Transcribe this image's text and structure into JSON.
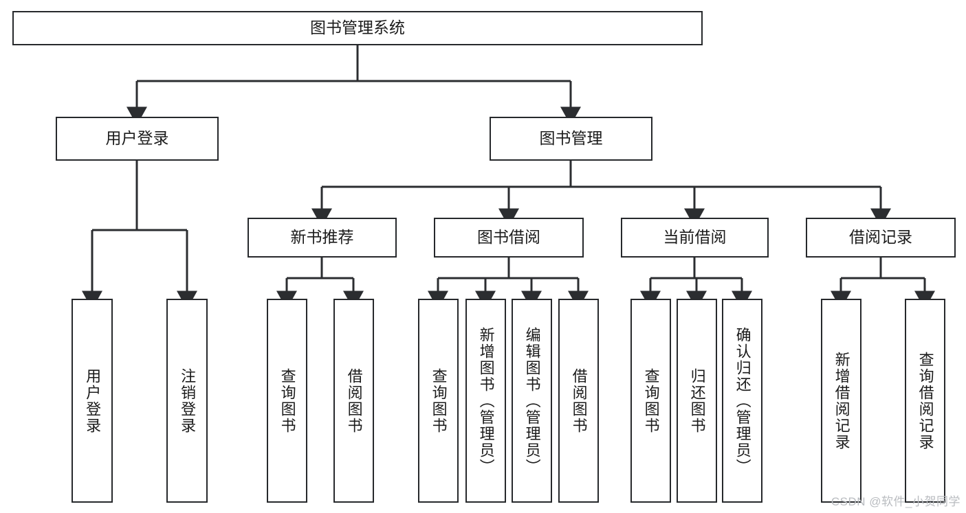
{
  "diagram": {
    "type": "tree",
    "title": "图书管理系统",
    "watermark": "CSDN @软件_小贺同学",
    "nodes": {
      "root": {
        "label": "图书管理系统",
        "level": 1,
        "orientation": "horizontal"
      },
      "user_login": {
        "label": "用户登录",
        "level": 2,
        "orientation": "horizontal"
      },
      "book_manage": {
        "label": "图书管理",
        "level": 2,
        "orientation": "horizontal"
      },
      "new_book_rec": {
        "label": "新书推荐",
        "level": 3,
        "orientation": "horizontal"
      },
      "book_borrow": {
        "label": "图书借阅",
        "level": 3,
        "orientation": "horizontal"
      },
      "current_borrow": {
        "label": "当前借阅",
        "level": 3,
        "orientation": "horizontal"
      },
      "borrow_record": {
        "label": "借阅记录",
        "level": 3,
        "orientation": "horizontal"
      },
      "leaf_user_login": {
        "label": "用户登录",
        "level": 4,
        "orientation": "vertical"
      },
      "leaf_logout": {
        "label": "注销登录",
        "level": 4,
        "orientation": "vertical"
      },
      "leaf_query_book_1": {
        "label": "查询图书",
        "level": 4,
        "orientation": "vertical"
      },
      "leaf_borrow_book_1": {
        "label": "借阅图书",
        "level": 4,
        "orientation": "vertical"
      },
      "leaf_query_book_2": {
        "label": "查询图书",
        "level": 4,
        "orientation": "vertical"
      },
      "leaf_add_book": {
        "label": "新增图书（管理员）",
        "level": 4,
        "orientation": "vertical"
      },
      "leaf_edit_book": {
        "label": "编辑图书（管理员）",
        "level": 4,
        "orientation": "vertical"
      },
      "leaf_borrow_book_2": {
        "label": "借阅图书",
        "level": 4,
        "orientation": "vertical"
      },
      "leaf_query_book_3": {
        "label": "查询图书",
        "level": 4,
        "orientation": "vertical"
      },
      "leaf_return_book": {
        "label": "归还图书",
        "level": 4,
        "orientation": "vertical"
      },
      "leaf_confirm_return": {
        "label": "确认归还（管理员）",
        "level": 4,
        "orientation": "vertical"
      },
      "leaf_add_record": {
        "label": "新增借阅记录",
        "level": 4,
        "orientation": "vertical"
      },
      "leaf_query_record": {
        "label": "查询借阅记录",
        "level": 4,
        "orientation": "vertical"
      }
    },
    "edges": [
      {
        "from": "root",
        "to": "user_login"
      },
      {
        "from": "root",
        "to": "book_manage"
      },
      {
        "from": "book_manage",
        "to": "new_book_rec"
      },
      {
        "from": "book_manage",
        "to": "book_borrow"
      },
      {
        "from": "book_manage",
        "to": "current_borrow"
      },
      {
        "from": "book_manage",
        "to": "borrow_record"
      },
      {
        "from": "user_login",
        "to": "leaf_user_login"
      },
      {
        "from": "user_login",
        "to": "leaf_logout"
      },
      {
        "from": "new_book_rec",
        "to": "leaf_query_book_1"
      },
      {
        "from": "new_book_rec",
        "to": "leaf_borrow_book_1"
      },
      {
        "from": "book_borrow",
        "to": "leaf_query_book_2"
      },
      {
        "from": "book_borrow",
        "to": "leaf_add_book"
      },
      {
        "from": "book_borrow",
        "to": "leaf_edit_book"
      },
      {
        "from": "book_borrow",
        "to": "leaf_borrow_book_2"
      },
      {
        "from": "current_borrow",
        "to": "leaf_query_book_3"
      },
      {
        "from": "current_borrow",
        "to": "leaf_return_book"
      },
      {
        "from": "current_borrow",
        "to": "leaf_confirm_return"
      },
      {
        "from": "borrow_record",
        "to": "leaf_add_record"
      },
      {
        "from": "borrow_record",
        "to": "leaf_query_record"
      }
    ],
    "colors": {
      "box_border": "#26282b",
      "box_fill": "#ffffff",
      "connector": "#2b2d30",
      "text": "#1b1b1b",
      "watermark": "#b9bcc0",
      "background": "#ffffff"
    }
  }
}
